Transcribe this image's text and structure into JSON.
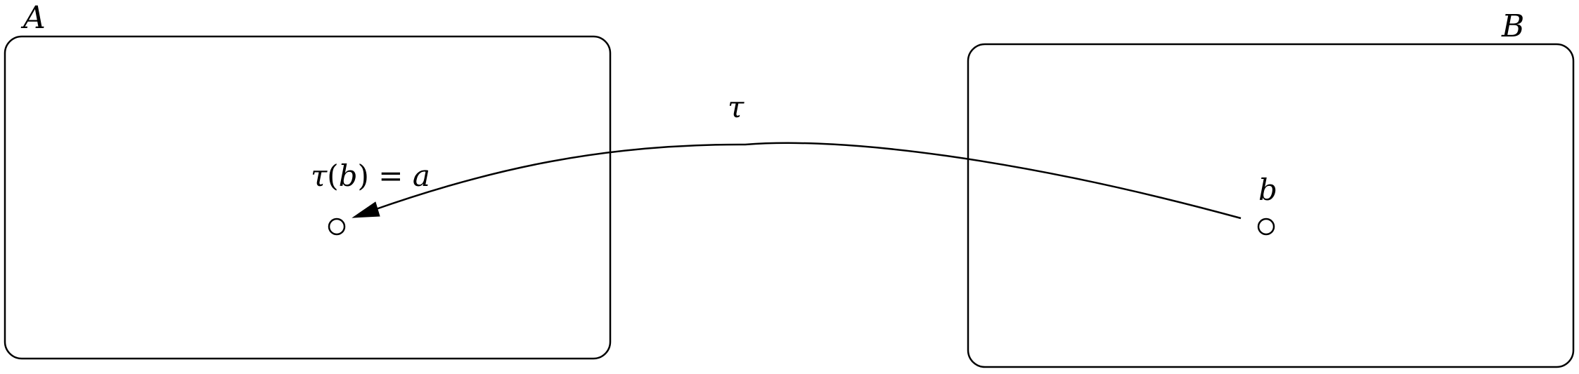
{
  "sets": {
    "left": {
      "label": "A"
    },
    "right": {
      "label": "B"
    }
  },
  "points": {
    "image": {
      "label_fn": "τ",
      "label_open": "(",
      "label_arg": "b",
      "label_close": ")",
      "label_eq": " = ",
      "label_val": "a"
    },
    "source": {
      "label": "b"
    }
  },
  "map": {
    "label": "τ"
  },
  "colors": {
    "stroke": "#000000",
    "background": "#ffffff"
  }
}
